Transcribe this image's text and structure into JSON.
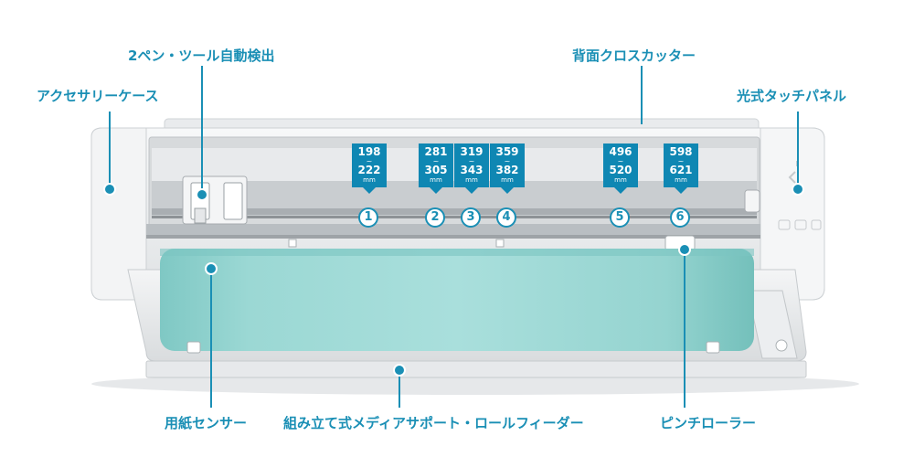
{
  "colors": {
    "accent": "#1a8fb5",
    "tag": "#0f87b3",
    "machine_body": "#f1f2f3",
    "media": "#8fd0cc"
  },
  "labels": {
    "accessory_case": "アクセサリーケース",
    "auto_detect_tool": "2ペン・ツール自動検出",
    "rear_cross_cutter": "背面クロスカッター",
    "touch_panel": "光式タッチパネル",
    "paper_sensor": "用紙センサー",
    "roll_feeder": "組み立て式メディアサポート・ロールフィーダー",
    "pinch_roller": "ピンチローラー"
  },
  "width_markers": [
    {
      "num": "1",
      "min": "198",
      "max": "222",
      "unit": "mm"
    },
    {
      "num": "2",
      "min": "281",
      "max": "305",
      "unit": "mm"
    },
    {
      "num": "3",
      "min": "319",
      "max": "343",
      "unit": "mm"
    },
    {
      "num": "4",
      "min": "359",
      "max": "382",
      "unit": "mm"
    },
    {
      "num": "5",
      "min": "496",
      "max": "520",
      "unit": "mm"
    },
    {
      "num": "6",
      "min": "598",
      "max": "621",
      "unit": "mm"
    }
  ],
  "tilde": "~"
}
